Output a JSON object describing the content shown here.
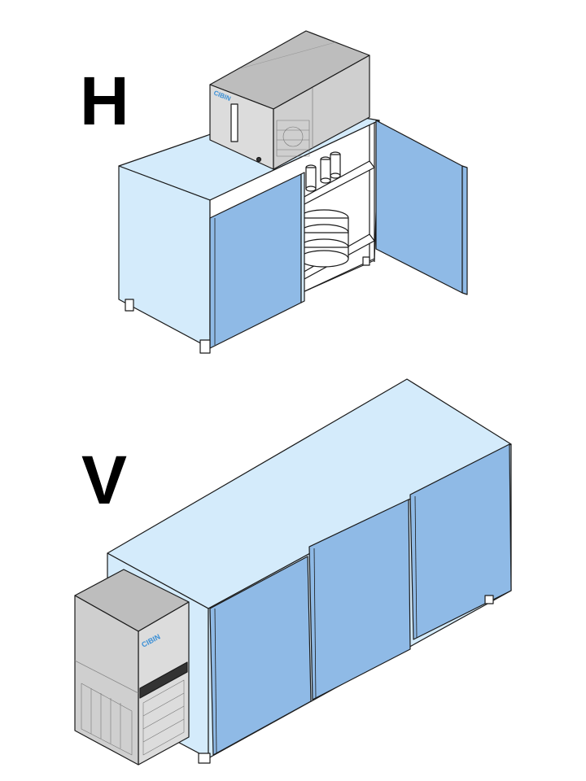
{
  "figure": {
    "top_config_label": "H",
    "bottom_config_label": "V",
    "brand_text_top": "CIBIN",
    "brand_text_bottom": "CIBIN"
  },
  "colors": {
    "cabinet_light": "#d4ebfb",
    "door_blue": "#8fbae6",
    "unit_gray": "#c8c8c8",
    "outline": "#1a1a1a",
    "brand_blue": "#3a8fd6"
  }
}
